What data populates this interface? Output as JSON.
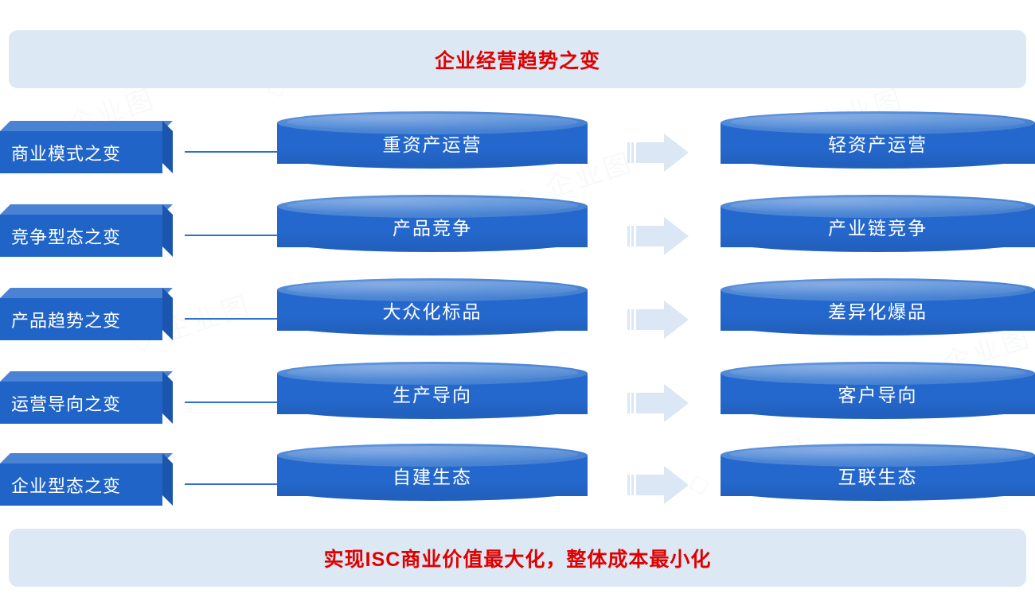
{
  "header": {
    "title": "企业经营趋势之变"
  },
  "footer": {
    "title": "实现ISC商业价值最大化，整体成本最小化"
  },
  "colors": {
    "banner_bg": "#dde8f5",
    "banner_text": "#e00000",
    "box_front": "#2064c8",
    "box_top": "#4a82d4",
    "box_side": "#1b55ad",
    "cylinder_body": "#2568cd",
    "cylinder_top": "#4f89d6",
    "connector_line": "#2f6fd0",
    "arrow": "#dbe7f5",
    "page_bg": "#ffffff"
  },
  "diagram": {
    "type": "comparison-flow",
    "arrow_icon": "right-arrow-icon",
    "rows": [
      {
        "category": "商业模式之变",
        "from": "重资产运营",
        "to": "轻资产运营"
      },
      {
        "category": "竞争型态之变",
        "from": "产品竞争",
        "to": "产业链竞争"
      },
      {
        "category": "产品趋势之变",
        "from": "大众化标品",
        "to": "差异化爆品"
      },
      {
        "category": "运营导向之变",
        "from": "生产导向",
        "to": "客户导向"
      },
      {
        "category": "企业型态之变",
        "from": "自建生态",
        "to": "互联生态"
      }
    ]
  }
}
